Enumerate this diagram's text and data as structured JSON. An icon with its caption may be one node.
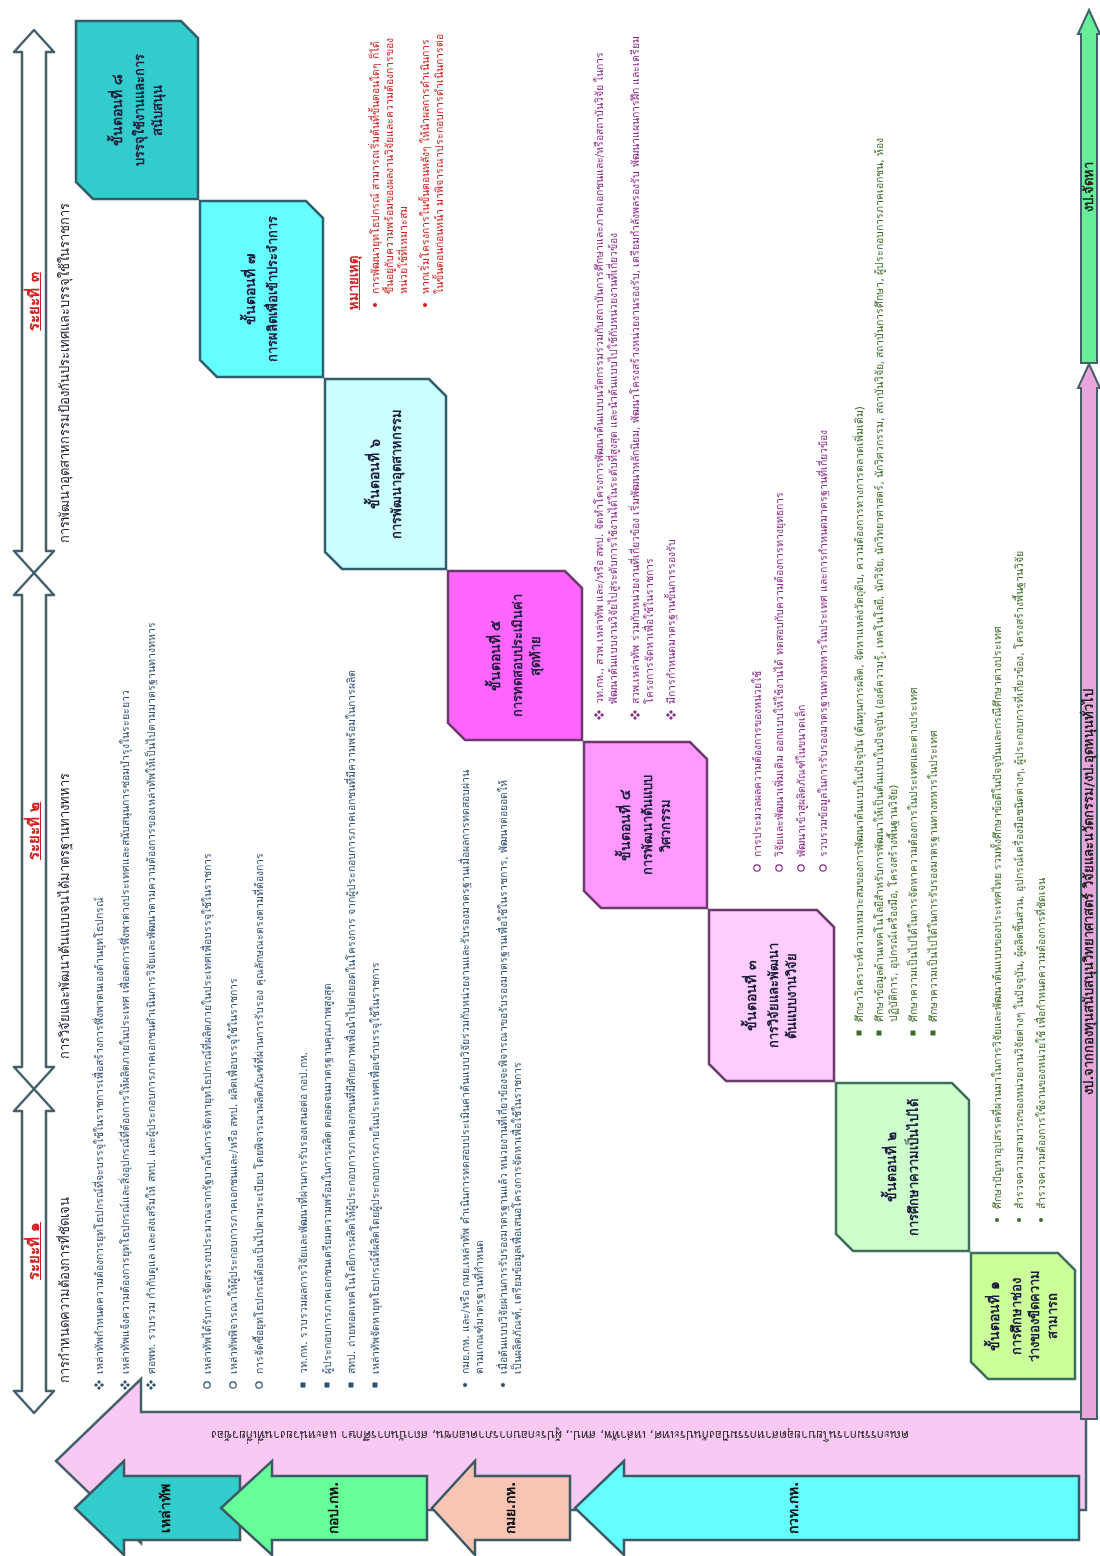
{
  "diagram": {
    "nodes": [
      {
        "text": [
          "ระยะที่ ๑",
          "การกำหนดความต้องการที่ชัดเจน"
        ]
      },
      {
        "text": [
          "ระยะที่ ๒",
          "การวิจัยและพัฒนาต้นแบบจนได้มาตรฐานทางทหาร"
        ]
      },
      {
        "text": [
          "ระยะที่ ๓",
          "การพัฒนาอุตสาหกรรมป้องกันประเทศและบรรจุใช้ในราชการ"
        ]
      },
      {
        "text": [
          "ขั้นตอนที่ ๑",
          "การศึกษาช่องว่างของขีดความสามารถ"
        ]
      },
      {
        "text": [
          "ขั้นตอนที่ ๒",
          "การศึกษาความเป็นไปได้"
        ]
      },
      {
        "text": [
          "ขั้นตอนที่ ๓",
          "การวิจัยและพัฒนาต้นแบบงานวิจัย"
        ]
      },
      {
        "text": [
          "ขั้นตอนที่ ๔",
          "การพัฒนาต้นแบบวิศวกรรม"
        ]
      },
      {
        "text": [
          "ขั้นตอนที่ ๕",
          "การทดสอบประเมินค่าสุดท้าย"
        ]
      },
      {
        "text": [
          "ขั้นตอนที่ ๖",
          "การพัฒนาอุตสาหกรรม"
        ]
      },
      {
        "text": [
          "ขั้นตอนที่ ๗",
          "การผลิตเพื่อเข้าประจำการ"
        ]
      },
      {
        "text": [
          "ขั้นตอนที่ ๘",
          "บรรจุใช้งานและการสนับสนุน"
        ]
      },
      {
        "text": [
          "คณะกรรมการนโยบายอุตสาหกรรมป้องกันประเทศ, เหล่าทัพ, สทป., ผู้ประกอบการภาคเอกชน, สถาบันการศึกษา และหน่วยงานที่เกี่ยวข้อง"
        ]
      },
      {
        "text": [
          "เหล่าทัพ"
        ]
      },
      {
        "text": [
          "กอป.กห."
        ]
      },
      {
        "text": [
          "กมย.กห."
        ]
      },
      {
        "text": [
          "กวท.กห."
        ]
      },
      {
        "text": [
          "งป.จากกองทุนสนับสนุนวิทยาศาสตร์ วิจัยและนวัตกรรม/งป.อุดหนุนทั่วไป"
        ]
      },
      {
        "text": [
          "งป.จัดหา"
        ]
      }
    ],
    "labels": [
      "เหล่าทัพกำหนดความต้องการยุทโธปกรณ์ที่จะบรรจุใช้ในราชการเพื่อสร้างการพึ่งพาตนเองด้านยุทโธปกรณ์",
      "เหล่าทัพแจ้งความต้องการยุทโธปกรณ์และสิ่งอุปกรณ์ที่ต้องการให้ผลิตภายในประเทศ เพื่อลดการพึ่งพาต่างประเทศและสนับสนุนการซ่อมบำรุงในระยะยาว",
      "ศอพท. รวบรวม กำกับดูแล และส่งเสริมให้ สทป. และผู้ประกอบการภาคเอกชนดำเนินการวิจัยและพัฒนาตามความต้องการของเหล่าทัพให้เป็นไปตามมาตรฐานทางทหาร",
      "เหล่าทัพได้รับการจัดสรรงบประมาณจากรัฐบาลในการจัดหายุทโธปกรณ์ที่ผลิตภายในประเทศเพื่อบรรจุใช้ในราชการ",
      "เหล่าทัพพิจารณาให้ผู้ประกอบการภาคเอกชนและ/หรือ สทป. ผลิตเพื่อบรรจุใช้ในราชการ",
      "การจัดซื้อยุทโธปกรณ์ต้องเป็นไปตามระเบียบ โดยพิจารณาผลิตภัณฑ์ที่ผ่านการรับรอง คุณลักษณะตรงตามที่ต้องการ",
      "วท.กห. รวบรวมผลการวิจัยและพัฒนาที่ผ่านการรับรองเสนอต่อ กอป.กห.",
      "ผู้ประกอบการภาคเอกชนเตรียมความพร้อมในการผลิต ตลอดจนมาตรฐานคุณภาพสูงสุด",
      "สทป. ถ่ายทอดเทคโนโลยีการผลิตให้ผู้ประกอบการภาคเอกชนที่มีศักยภาพเพื่อนำไปต่อยอดในโครงการ จากผู้ประกอบการภาคเอกชนที่มีความพร้อมในการผลิต",
      "เหล่าทัพจัดหายุทโธปกรณ์ที่ผลิตโดยผู้ประกอบการภายในประเทศเพื่อเข้าบรรจุใช้ในราชการ",
      "กมย.กห. และ/หรือ กมย.เหล่าทัพ ดำเนินการทดสอบประเมินค่าต้นแบบวิจัยร่วมกับหน่วยงานและรับรองมาตรฐานเมื่อผลการทดสอบผ่านตามเกณฑ์มาตรฐานที่กำหนด",
      "เมื่อต้นแบบวิจัยผ่านการรับรองมาตรฐานแล้ว หน่วยงานที่เกี่ยวข้องจะพิจารณาขอรับรองมาตรฐานเพื่อใช้ในราชการ, พัฒนาต่อยอดให้เป็นผลิตภัณฑ์, เตรียมข้อมูลเพื่อเสนอโครงการจัดหาเพื่อใช้ในราชการ",
      "วท.กห., สวพ.เหล่าทัพ และ/หรือ สทป. จัดทำโครงการพัฒนาต้นแบบนวัตกรรมร่วมกับสถาบันการศึกษาและภาคเอกชนและ/หรือสถาบันวิจัย ในการพัฒนาต้นแบบงานวิจัยไปสู่ระดับการใช้งานได้ในระดับที่สูงสุด และนำต้นแบบไปใช้กับหน่วยงานที่เกี่ยวข้อง",
      "สวพ.เหล่าทัพ ร่วมกับหน่วยงานที่เกี่ยวข้อง เริ่มพัฒนาหลักนิยม, พัฒนาโครงสร้างหน่วยงานรองรับ, เตรียมกำลังพลรองรับ พัฒนาแผนการฝึก และเตรียมโครงการจัดหาเพื่อใช้ในราชการ",
      "มีการกำหนดมาตรฐานขั้นการรองรับ",
      "การประมวลผลความต้องการของหน่วยใช้",
      "วิจัยและพัฒนาเพิ่มเติม ออกแบบให้ใช้งานได้ ทดสอบกับความต้องการทางยุทธการ",
      "พัฒนาเข้าสู่ผลิตภัณฑ์ในขนาดเล็ก",
      "รวบรวมข้อมูลในการรับรองมาตรฐานทางทหารในประเทศ และการกำหนดมาตรฐานที่เกี่ยวข้อง",
      "ศึกษาวิเคราะห์ความเหมาะสมของการพัฒนาต้นแบบในปัจจุบัน (ต้นทุนการผลิต, จัดหาแหล่งวัตถุดิบ, ความต้องการทางการตลาดเพิ่มเติม)",
      "ศึกษาข้อมูลด้านเทคโนโลยีสำหรับการพัฒนาให้เป็นต้นแบบในปัจจุบัน (องค์ความรู้, เทคโนโลยี, นักวิจัย, นักวิทยาศาสตร์, นักวิศวกรรม, สถาบันวิจัย, สถาบันการศึกษา, ผู้ประกอบการภาคเอกชน, ห้องปฏิบัติการ, อุปกรณ์เครื่องมือ, โครงสร้างพื้นฐานวิจัย)",
      "ศึกษาความเป็นไปได้ในการจัดหาความต้องการในประเทศและต่างประเทศ",
      "ศึกษาความเป็นไปได้ในการรับรองมาตรฐานทางทหารในประเทศ",
      "ศึกษาปัญหาอุปสรรคที่ผ่านมาในการวิจัยและพัฒนาต้นแบบของประเทศไทย รวมทั้งศึกษาข้อดีในปัจจุบันและกรณีศึกษาต่างประเทศ",
      "สำรวจความสามารถของหน่วยงานวิจัยต่างๆ ในปัจจุบัน, ผู้ผลิตชิ้นส่วน, อุปกรณ์เครื่องมือชนิดต่างๆ, ผู้ประกอบการที่เกี่ยวข้อง, โครงสร้างพื้นฐานวิจัย",
      "สำรวจความต้องการใช้งานของหน่วยใช้ เพื่อกำหนดความต้องการที่ชัดเจน",
      "หมายเหตุ",
      "การพัฒนายุทโธปกรณ์ สามารถเริ่มต้นที่ขั้นตอนใดๆ ก็ได้ ขึ้นอยู่กับความพร้อมของผลงานวิจัยและความต้องการของหน่วยใช้ที่เหมาะสม",
      "หากเริ่มโครงการในขั้นตอนหลังๆ ให้นำผลการดำเนินการในขั้นตอนก่อนหน้า มาพิจารณาประกอบการดำเนินการต่อ"
    ]
  }
}
